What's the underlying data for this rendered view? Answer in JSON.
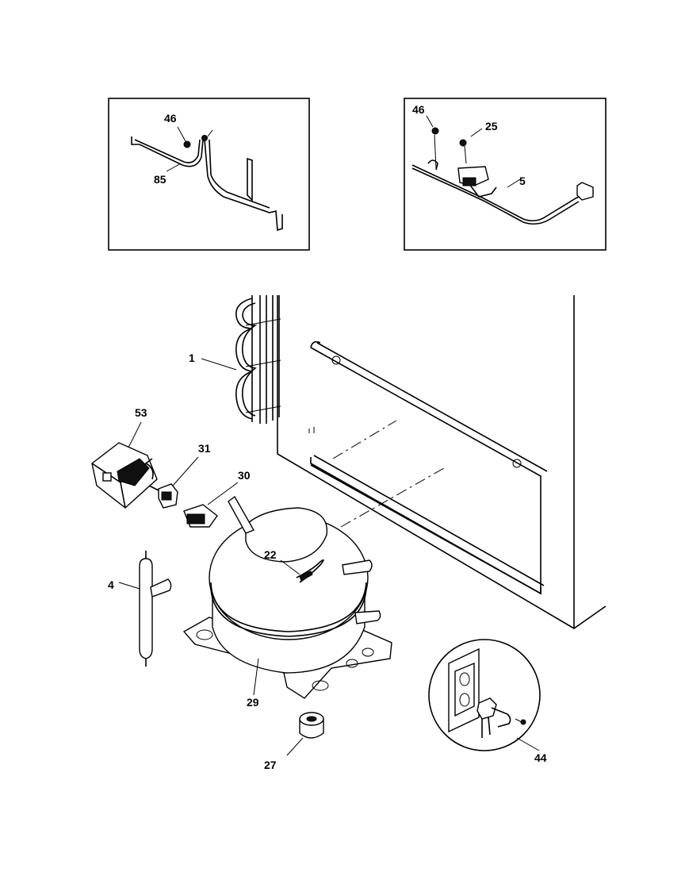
{
  "labels": {
    "l46a": "46",
    "l85": "85",
    "l46b": "46",
    "l25": "25",
    "l5": "5",
    "l1": "1",
    "l53": "53",
    "l31": "31",
    "l30": "30",
    "l22": "22",
    "l4": "4",
    "l29": "29",
    "l27": "27",
    "l44": "44"
  }
}
